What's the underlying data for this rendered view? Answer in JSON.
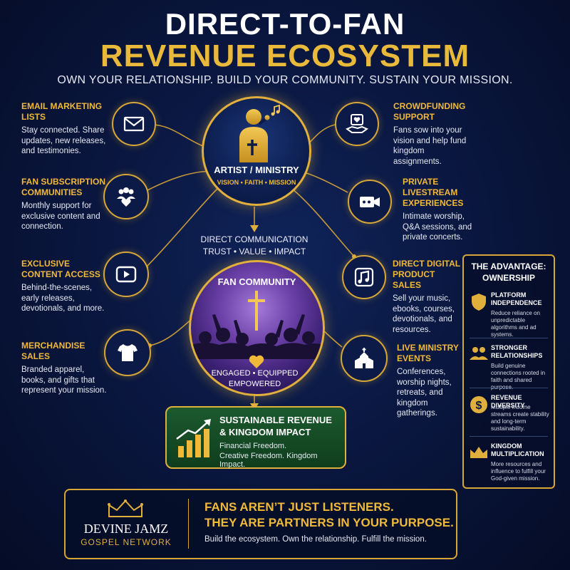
{
  "header": {
    "title_line1": "DIRECT-TO-FAN",
    "title_line2": "REVENUE ECOSYSTEM",
    "tagline": "OWN YOUR RELATIONSHIP. BUILD YOUR COMMUNITY. SUSTAIN YOUR MISSION."
  },
  "artist": {
    "title": "ARTIST / MINISTRY",
    "subtitle": "VISION • FAITH • MISSION"
  },
  "flow": {
    "line1": "DIRECT COMMUNICATION",
    "line2": "TRUST • VALUE • IMPACT"
  },
  "fan": {
    "title": "FAN COMMUNITY",
    "line1": "ENGAGED • EQUIPPED",
    "line2": "EMPOWERED"
  },
  "revenue": {
    "title_line1": "SUSTAINABLE REVENUE",
    "title_line2": "& KINGDOM IMPACT",
    "line1": "Financial Freedom.",
    "line2": "Creative Freedom. Kingdom Impact."
  },
  "left_items": [
    {
      "title": "EMAIL MARKETING LISTS",
      "desc": "Stay connected. Share updates, new releases, and testimonies.",
      "icon": "envelope-icon"
    },
    {
      "title": "FAN SUBSCRIPTION COMMUNITIES",
      "desc": "Monthly support for exclusive content and connection.",
      "icon": "community-heart-icon"
    },
    {
      "title": "EXCLUSIVE CONTENT ACCESS",
      "desc": "Behind-the-scenes, early releases, devotionals, and more.",
      "icon": "play-button-icon"
    },
    {
      "title": "MERCHANDISE SALES",
      "desc": "Branded apparel, books, and gifts that represent your mission.",
      "icon": "tshirt-icon"
    }
  ],
  "right_items": [
    {
      "title": "CROWDFUNDING SUPPORT",
      "desc": "Fans sow into your vision and help fund kingdom assignments.",
      "icon": "hand-heart-icon"
    },
    {
      "title": "PRIVATE LIVESTREAM EXPERIENCES",
      "desc": "Intimate worship, Q&A sessions, and private concerts.",
      "icon": "video-camera-icon"
    },
    {
      "title": "DIRECT DIGITAL PRODUCT SALES",
      "desc": "Sell your music, ebooks, courses, devotionals, and resources.",
      "icon": "music-note-icon"
    },
    {
      "title": "LIVE MINISTRY EVENTS",
      "desc": "Conferences, worship nights, retreats, and kingdom gatherings.",
      "icon": "church-icon"
    }
  ],
  "advantage": {
    "title_line1": "THE ADVANTAGE:",
    "title_line2": "OWNERSHIP",
    "items": [
      {
        "title": "PLATFORM INDEPENDENCE",
        "desc": "Reduce reliance on unpredictable algorithms and ad systems.",
        "icon": "shield-icon"
      },
      {
        "title": "STRONGER RELATIONSHIPS",
        "desc": "Build genuine connections rooted in faith and shared purpose.",
        "icon": "people-icon"
      },
      {
        "title": "REVENUE DIVERSITY",
        "desc": "Multiple income streams create stability and long-term sustainability.",
        "icon": "dollar-icon"
      },
      {
        "title": "KINGDOM MULTIPLICATION",
        "desc": "More resources and influence to fulfill your God-given mission.",
        "icon": "crown-icon"
      }
    ]
  },
  "banner": {
    "brand_line1": "DEVINE JAMZ",
    "brand_line2": "GOSPEL NETWORK",
    "headline1": "FANS AREN’T JUST LISTENERS.",
    "headline2": "THEY ARE PARTNERS IN YOUR PURPOSE.",
    "tagline": "Build the ecosystem. Own the relationship. Fulfill the mission."
  },
  "colors": {
    "gold": "#e0af3c",
    "navy": "#0a1740",
    "green": "#1c5a2e",
    "purple": "#6a3fa6"
  }
}
